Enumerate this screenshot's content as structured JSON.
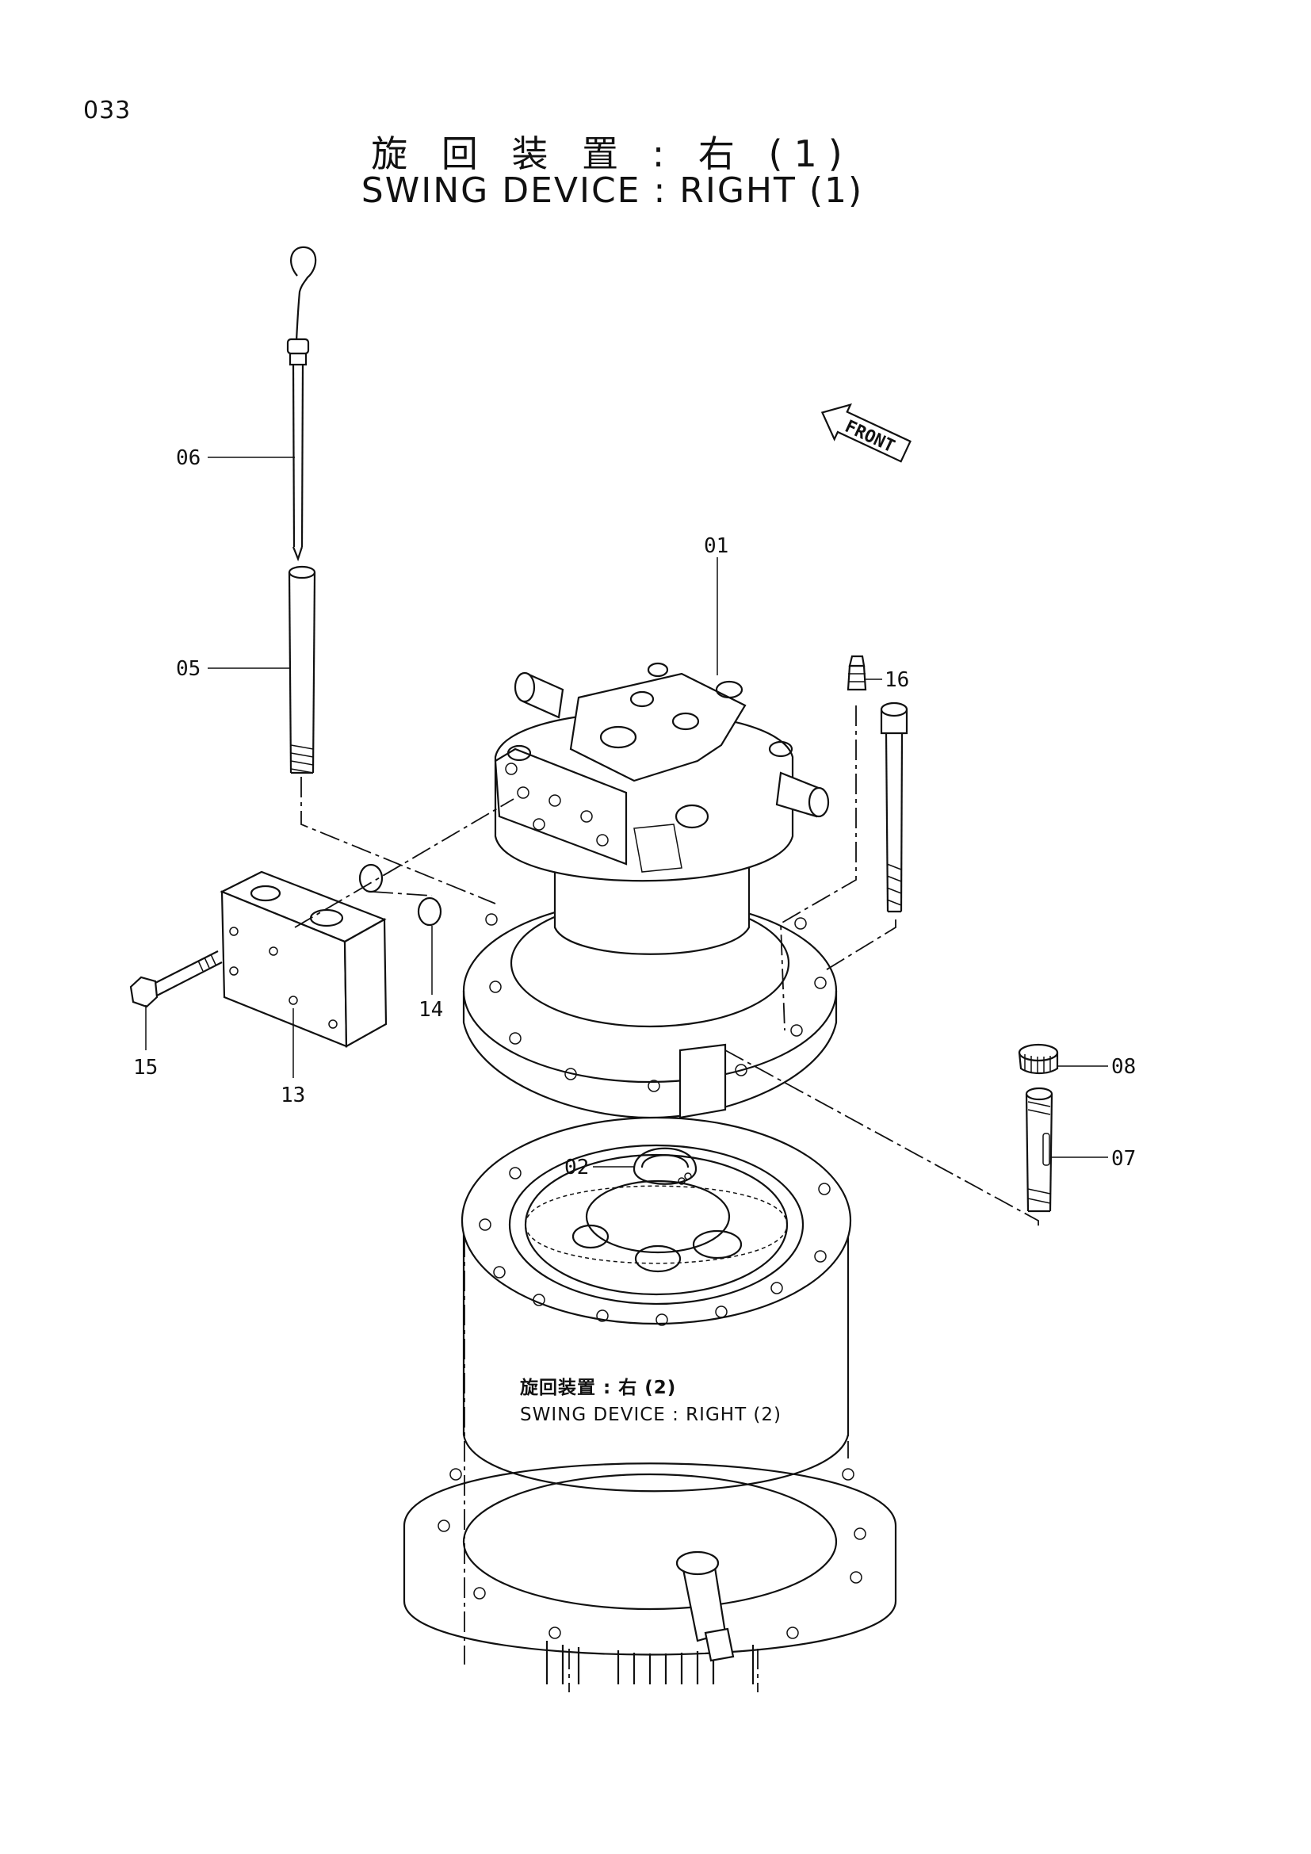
{
  "page": {
    "number": "033"
  },
  "title": {
    "japanese": "旋 回 装 置 : 右 (1)",
    "english": "SWING DEVICE : RIGHT (1)"
  },
  "front_indicator": {
    "label": "FRONT"
  },
  "subassembly_note": {
    "japanese": "旋回装置 : 右 (2)",
    "english": "SWING DEVICE : RIGHT (2)"
  },
  "callouts": [
    {
      "id": "01",
      "label": "01"
    },
    {
      "id": "02",
      "label": "02"
    },
    {
      "id": "05",
      "label": "05"
    },
    {
      "id": "06",
      "label": "06"
    },
    {
      "id": "07",
      "label": "07"
    },
    {
      "id": "08",
      "label": "08"
    },
    {
      "id": "13",
      "label": "13"
    },
    {
      "id": "14",
      "label": "14"
    },
    {
      "id": "15",
      "label": "15"
    },
    {
      "id": "16",
      "label": "16"
    }
  ]
}
